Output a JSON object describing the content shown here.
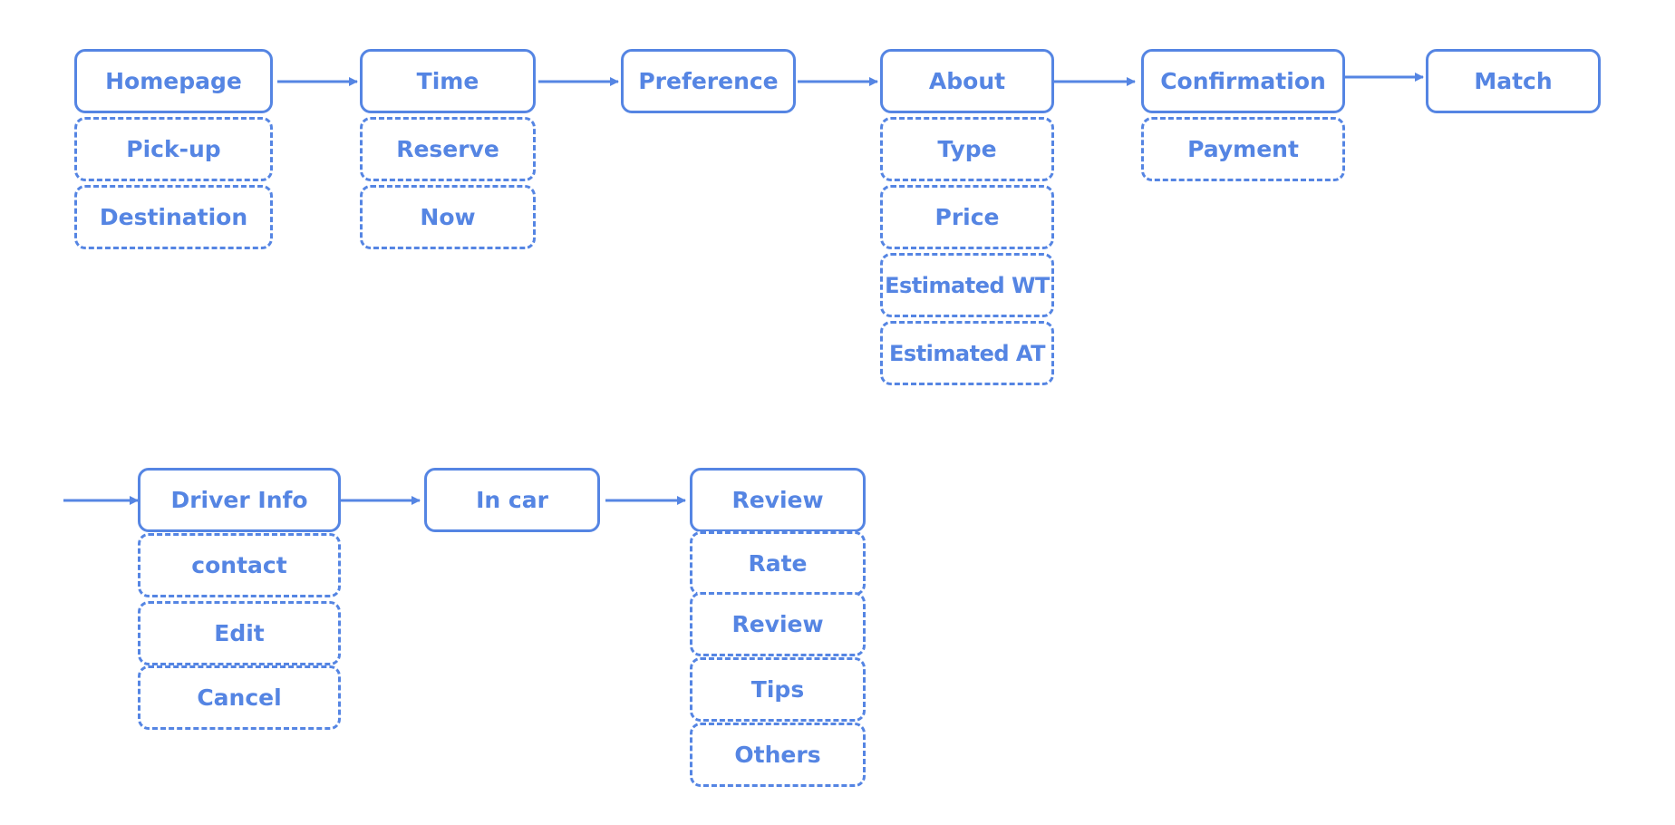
{
  "accent_color": "#5585E3",
  "row1": {
    "homepage": {
      "label": "Homepage",
      "items": [
        "Pick-up",
        "Destination"
      ]
    },
    "time": {
      "label": "Time",
      "items": [
        "Reserve",
        "Now"
      ]
    },
    "preference": {
      "label": "Preference",
      "items": []
    },
    "about": {
      "label": "About",
      "items": [
        "Type",
        "Price",
        "Estimated WT",
        "Estimated AT"
      ]
    },
    "confirmation": {
      "label": "Confirmation",
      "items": [
        "Payment"
      ]
    },
    "match": {
      "label": "Match",
      "items": []
    }
  },
  "row2": {
    "driver_info": {
      "label": "Driver Info",
      "items": [
        "contact",
        "Edit",
        "Cancel"
      ]
    },
    "in_car": {
      "label": "In car",
      "items": []
    },
    "review": {
      "label": "Review",
      "items": [
        "Rate",
        "Review",
        "Tips",
        "Others"
      ]
    }
  }
}
